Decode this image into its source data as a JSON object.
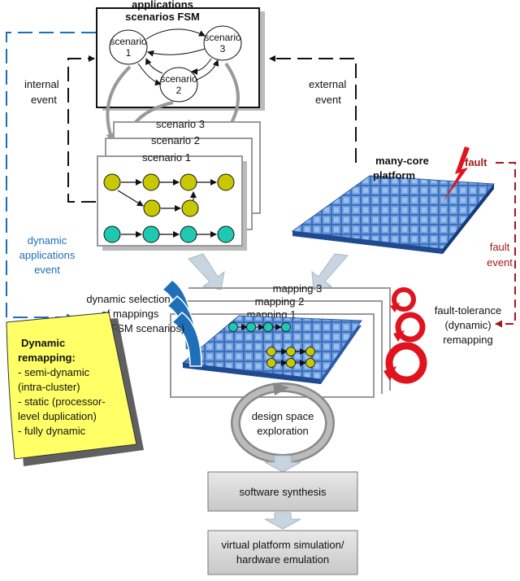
{
  "fsm": {
    "title_line1": "applications",
    "title_line2": "scenarios FSM",
    "nodes": [
      {
        "line1": "scenario",
        "line2": "1"
      },
      {
        "line1": "scenario",
        "line2": "3"
      },
      {
        "line1": "scenario",
        "line2": "2"
      }
    ]
  },
  "events": {
    "internal_line1": "internal",
    "internal_line2": "event",
    "external_line1": "external",
    "external_line2": "event",
    "dynamic_line1": "dynamic",
    "dynamic_line2": "applications",
    "dynamic_line3": "event",
    "fault": "fault",
    "fault_event_line1": "fault",
    "fault_event_line2": "event"
  },
  "scenarios": {
    "s3": "scenario 3",
    "s2": "scenario 2",
    "s1": "scenario 1"
  },
  "platform": {
    "line1": "many-core",
    "line2": "platform"
  },
  "mappings": {
    "m3": "mapping 3",
    "m2": "mapping 2",
    "m1": "mapping 1",
    "selection_line1": "dynamic selection",
    "selection_line2": "of mappings",
    "selection_line3": "(cf. FSM scenarios)"
  },
  "fault_tolerance": {
    "line1": "fault-tolerance",
    "line2": "(dynamic)",
    "line3": "remapping"
  },
  "note": {
    "title_line1": "Dynamic",
    "title_line2": "remapping:",
    "items": [
      "- semi-dynamic",
      "(intra-cluster)",
      "- static (processor-",
      "level duplication)",
      "- fully dynamic"
    ]
  },
  "dse": {
    "line1": "design space",
    "line2": "exploration"
  },
  "flow": {
    "software_synthesis": "software synthesis",
    "vp_line1": "virtual platform simulation/",
    "vp_line2": "hardware emulation"
  },
  "colors": {
    "yellow_node": "#c8c800",
    "teal_node": "#1fc8b0",
    "blue_event": "#1f6fb8",
    "fault_red": "#a01a1a",
    "note_yellow": "#ffff66"
  }
}
